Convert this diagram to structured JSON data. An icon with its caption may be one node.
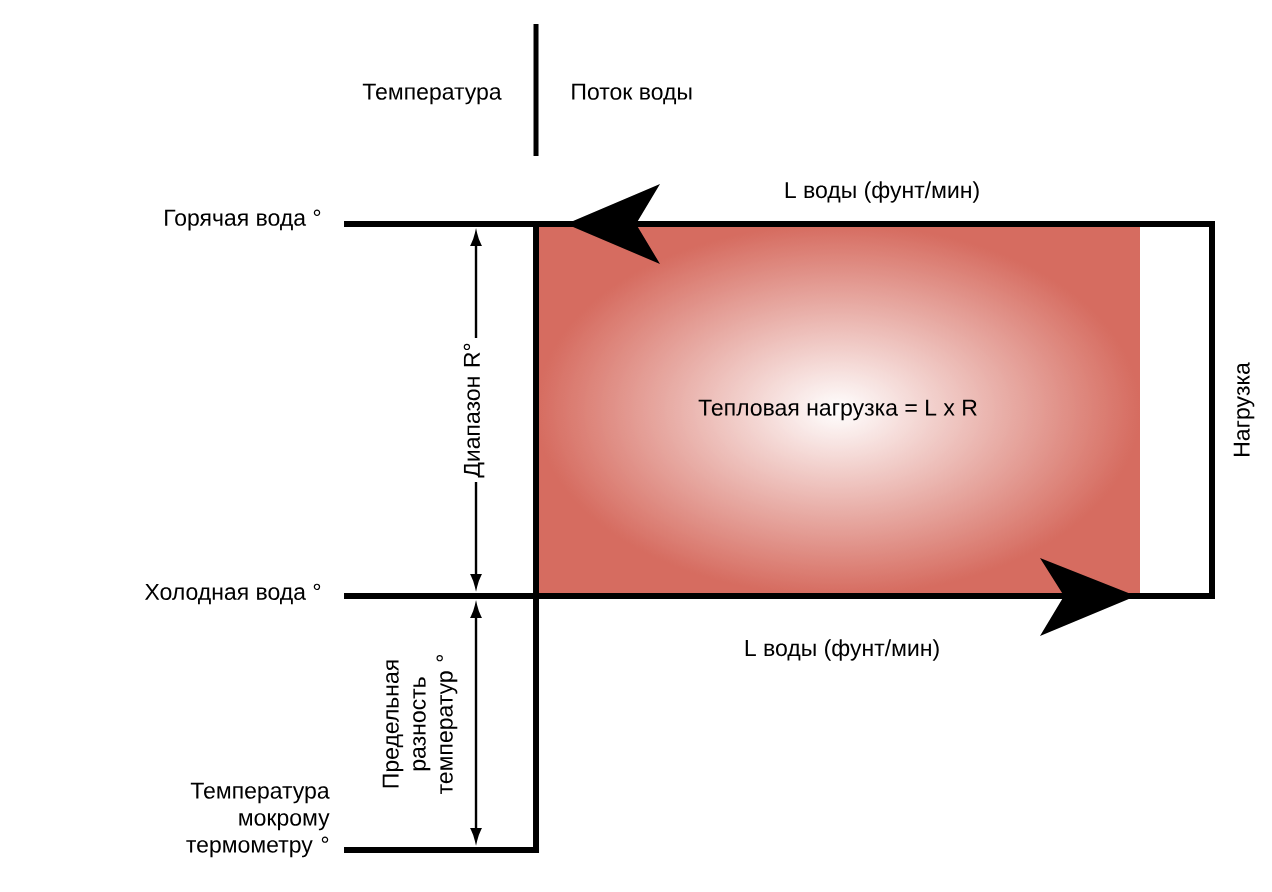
{
  "diagram": {
    "nodes": [
      {
        "text": [
          "Тепловая нагрузка = L x R"
        ]
      }
    ],
    "labels": [
      "Температура",
      "Поток воды",
      "Горячая вода °",
      "L воды (фунт/мин)",
      "Диапазон R°",
      "Нагрузка",
      "Холодная вода °",
      "Предельная разность температур °",
      "L воды (фунт/мин)",
      "Температура мокрому термометру °"
    ]
  }
}
